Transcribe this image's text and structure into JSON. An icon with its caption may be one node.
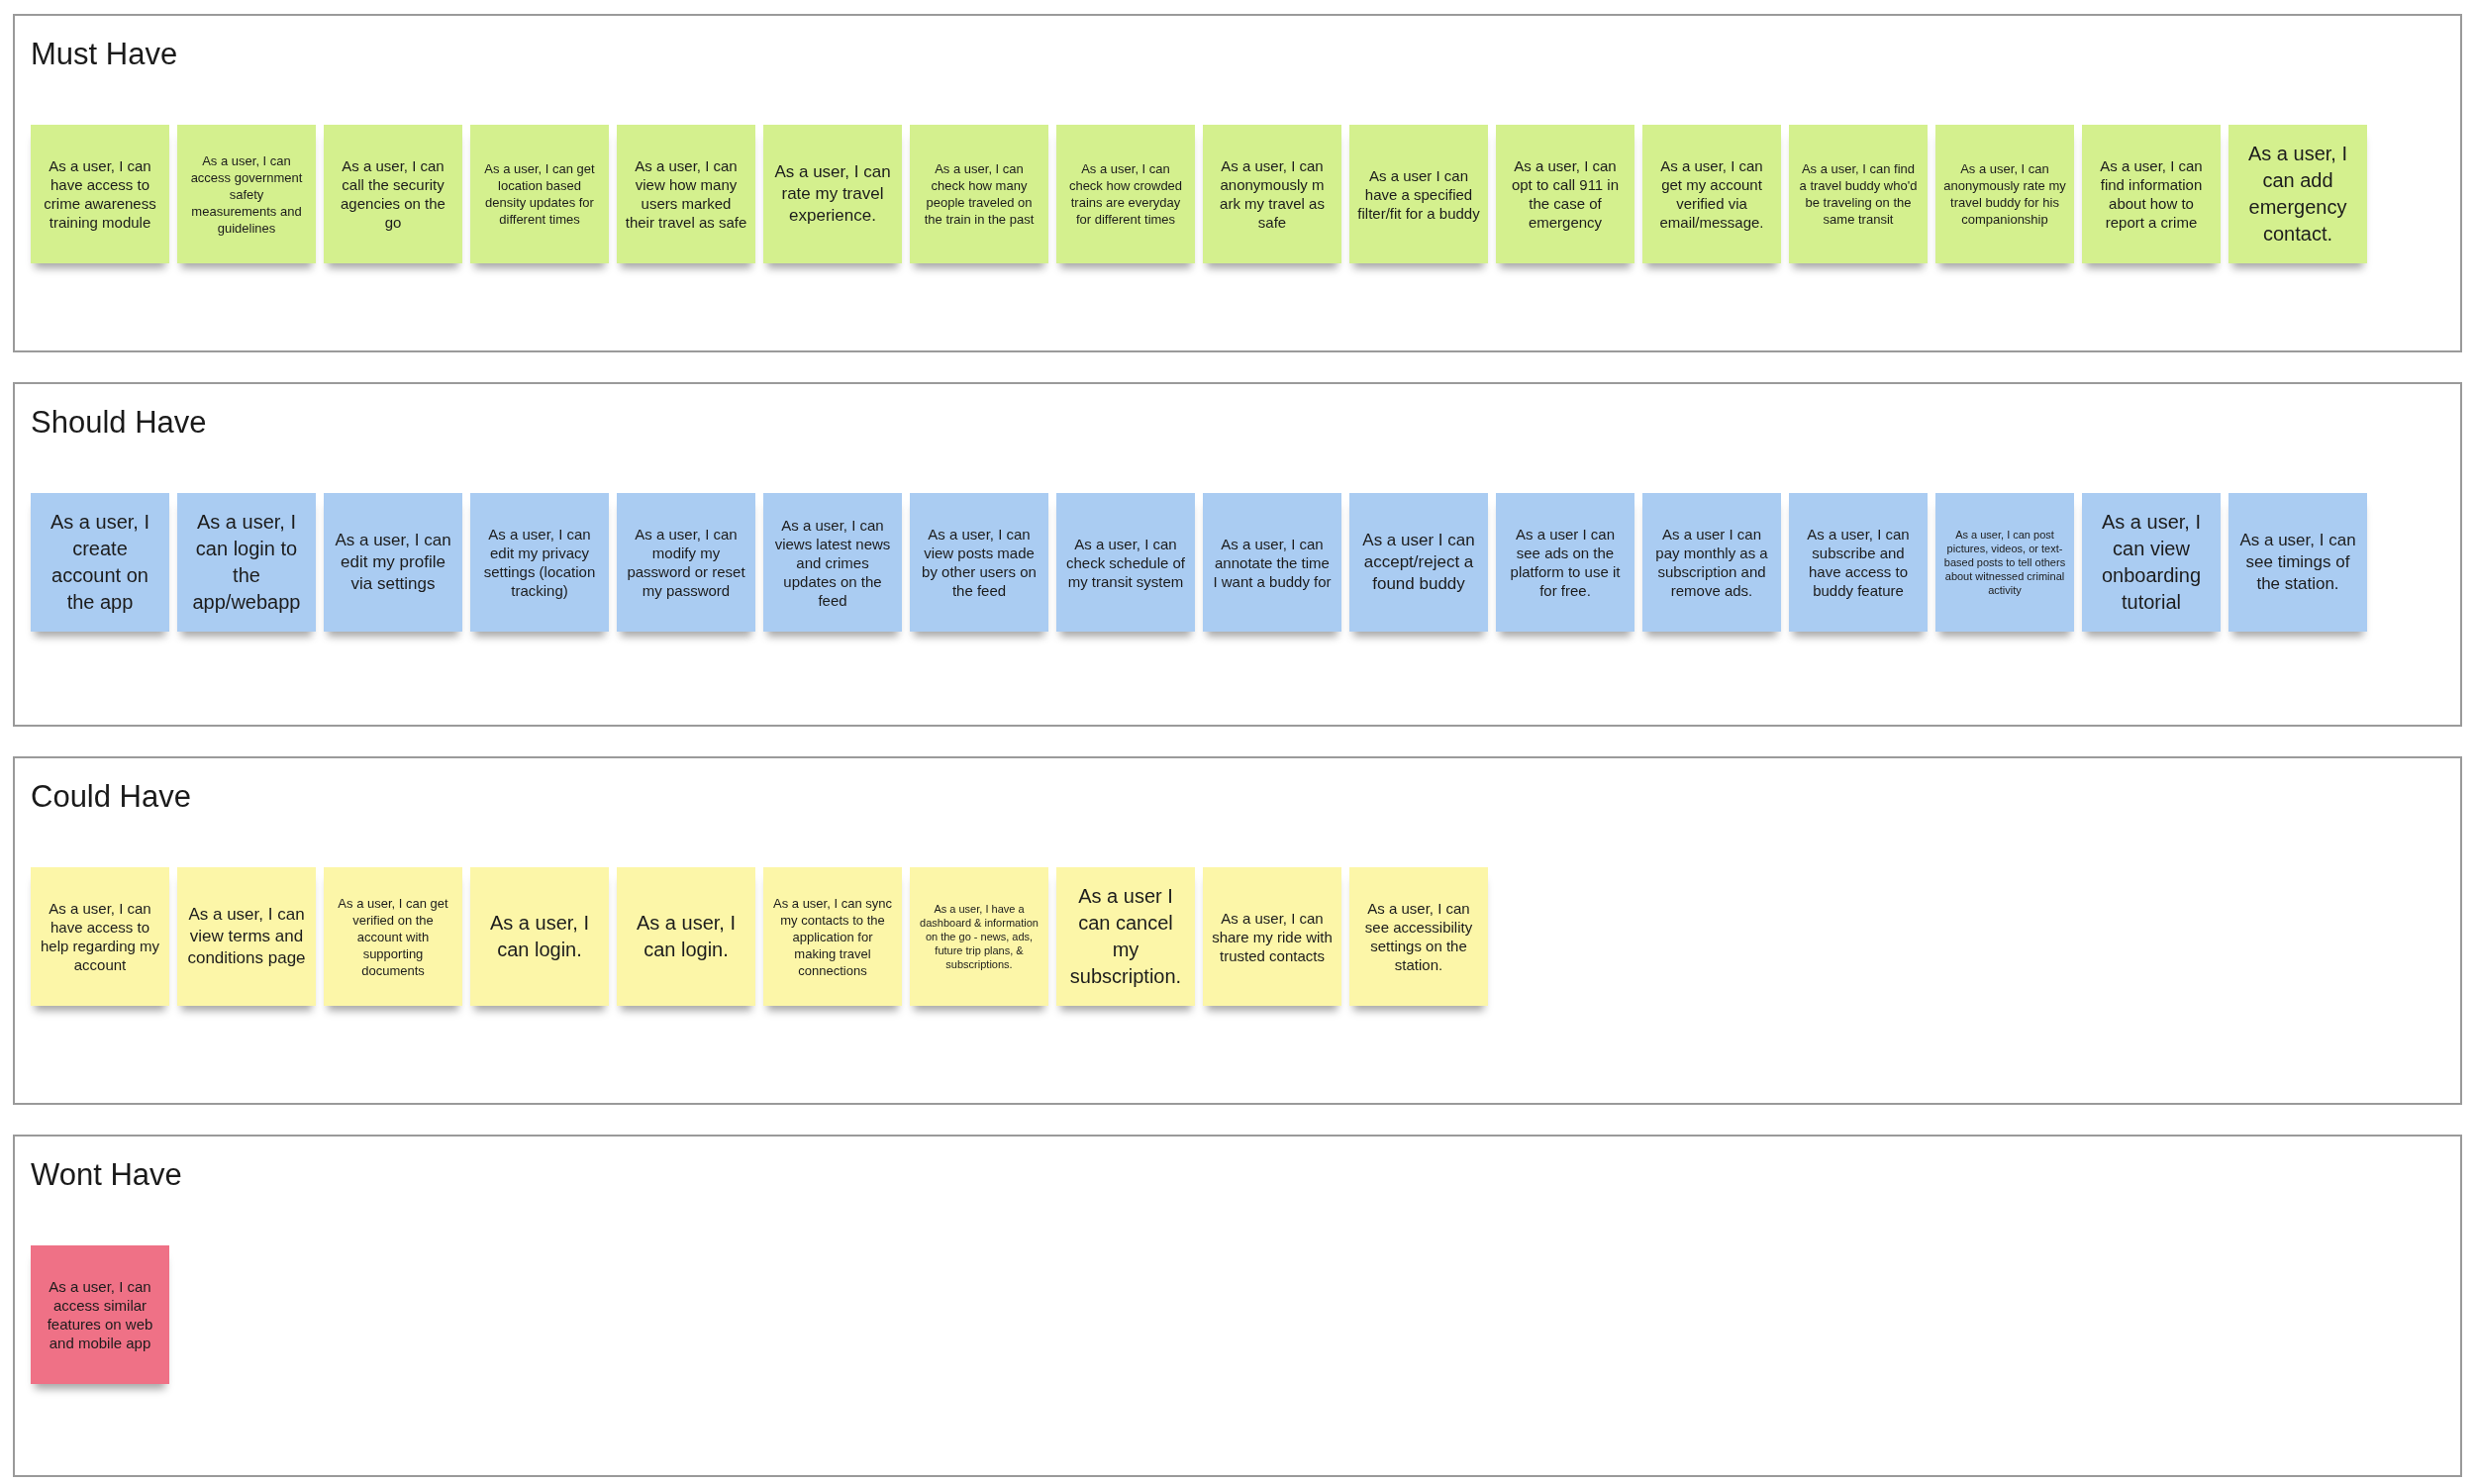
{
  "diagram": {
    "nodes": [
      {
        "text": [
          "Must Have"
        ]
      },
      {
        "text": [
          "As a user, I can have access to crime awareness training module"
        ],
        "in": 0
      },
      {
        "text": [
          "As a user, I can access government safety measurements and guidelines"
        ],
        "in": 0
      },
      {
        "text": [
          "As a user, I can call the security agencies on the go"
        ],
        "in": 0
      },
      {
        "text": [
          "As a user, I can get location based density updates for different times"
        ],
        "in": 0
      },
      {
        "text": [
          "As a user, I can view how many users marked their travel as safe"
        ],
        "in": 0
      },
      {
        "text": [
          "As a user, I can rate my travel experience."
        ],
        "in": 0
      },
      {
        "text": [
          "As a user, I can check how many people traveled on the train in the past"
        ],
        "in": 0
      },
      {
        "text": [
          "As a user, I can check how crowded trains are everyday for different times"
        ],
        "in": 0
      },
      {
        "text": [
          "As a user, I can anonymously m ark my travel as safe"
        ],
        "in": 0
      },
      {
        "text": [
          "As a user I can have a specified filter/fit for a buddy"
        ],
        "in": 0
      },
      {
        "text": [
          "As a user, I can opt to call 911 in the case of emergency"
        ],
        "in": 0
      },
      {
        "text": [
          "As a user, I can get my account verified via email/message."
        ],
        "in": 0
      },
      {
        "text": [
          "As a user, I can find a travel buddy who'd be traveling on the same transit"
        ],
        "in": 0
      },
      {
        "text": [
          "As a user, I can anonymously rate my travel buddy for his companionship"
        ],
        "in": 0
      },
      {
        "text": [
          "As a user, I can find information about how to report a crime"
        ],
        "in": 0
      },
      {
        "text": [
          "As a user, I can add emergency contact."
        ],
        "in": 0
      },
      {
        "text": [
          "Should Have"
        ]
      },
      {
        "text": [
          "As a user, I create account on the app"
        ],
        "in": 17
      },
      {
        "text": [
          "As a user, I can login to the app/webapp"
        ],
        "in": 17
      },
      {
        "text": [
          "As a user, I can edit my profile via settings"
        ],
        "in": 17
      },
      {
        "text": [
          "As a user, I can edit my privacy settings (location tracking)"
        ],
        "in": 17
      },
      {
        "text": [
          "As a user, I can modify my password or reset my password"
        ],
        "in": 17
      },
      {
        "text": [
          "As a user, I can views latest news and crimes updates on the feed"
        ],
        "in": 17
      },
      {
        "text": [
          "As a user, I can view posts made by other users on the feed"
        ],
        "in": 17
      },
      {
        "text": [
          "As a user, I can check schedule of my transit system"
        ],
        "in": 17
      },
      {
        "text": [
          "As a user, I can annotate the time I want a buddy for"
        ],
        "in": 17
      },
      {
        "text": [
          "As a user I can accept/reject a found buddy"
        ],
        "in": 17
      },
      {
        "text": [
          "As a user I can see ads on the platform to use it for free."
        ],
        "in": 17
      },
      {
        "text": [
          "As a user I can pay monthly as a subscription and remove ads."
        ],
        "in": 17
      },
      {
        "text": [
          "As a user, I can subscribe and have access to buddy feature"
        ],
        "in": 17
      },
      {
        "text": [
          "As a user, I can post pictures, videos, or text-based posts to tell others about witnessed criminal activity"
        ],
        "in": 17
      },
      {
        "text": [
          "As a user, I can view onboarding tutorial"
        ],
        "in": 17
      },
      {
        "text": [
          "As a user, I can see timings of the station."
        ],
        "in": 17
      },
      {
        "text": [
          "Could Have"
        ]
      },
      {
        "text": [
          "As a user, I can have access to help regarding my account"
        ],
        "in": 34
      },
      {
        "text": [
          "As a user, I can view terms and conditions page"
        ],
        "in": 34
      },
      {
        "text": [
          "As a user, I can get verified on the account with supporting documents"
        ],
        "in": 34
      },
      {
        "text": [
          "As a user, I can login."
        ],
        "in": 34
      },
      {
        "text": [
          "As a user, I can login."
        ],
        "in": 34
      },
      {
        "text": [
          "As a user, I can sync my contacts to the application for making travel connections"
        ],
        "in": 34
      },
      {
        "text": [
          "As a user, I have a dashboard & information on the go - news, ads, future trip plans, & subscriptions."
        ],
        "in": 34
      },
      {
        "text": [
          "As a user I can cancel my subscription."
        ],
        "in": 34
      },
      {
        "text": [
          "As a user, I can share my ride with trusted contacts"
        ],
        "in": 34
      },
      {
        "text": [
          "As a user, I can see accessibility settings on the station."
        ],
        "in": 34
      },
      {
        "text": [
          "Wont Have"
        ]
      },
      {
        "text": [
          "As a user, I can access similar features on web and mobile app"
        ],
        "in": 45
      }
    ]
  }
}
